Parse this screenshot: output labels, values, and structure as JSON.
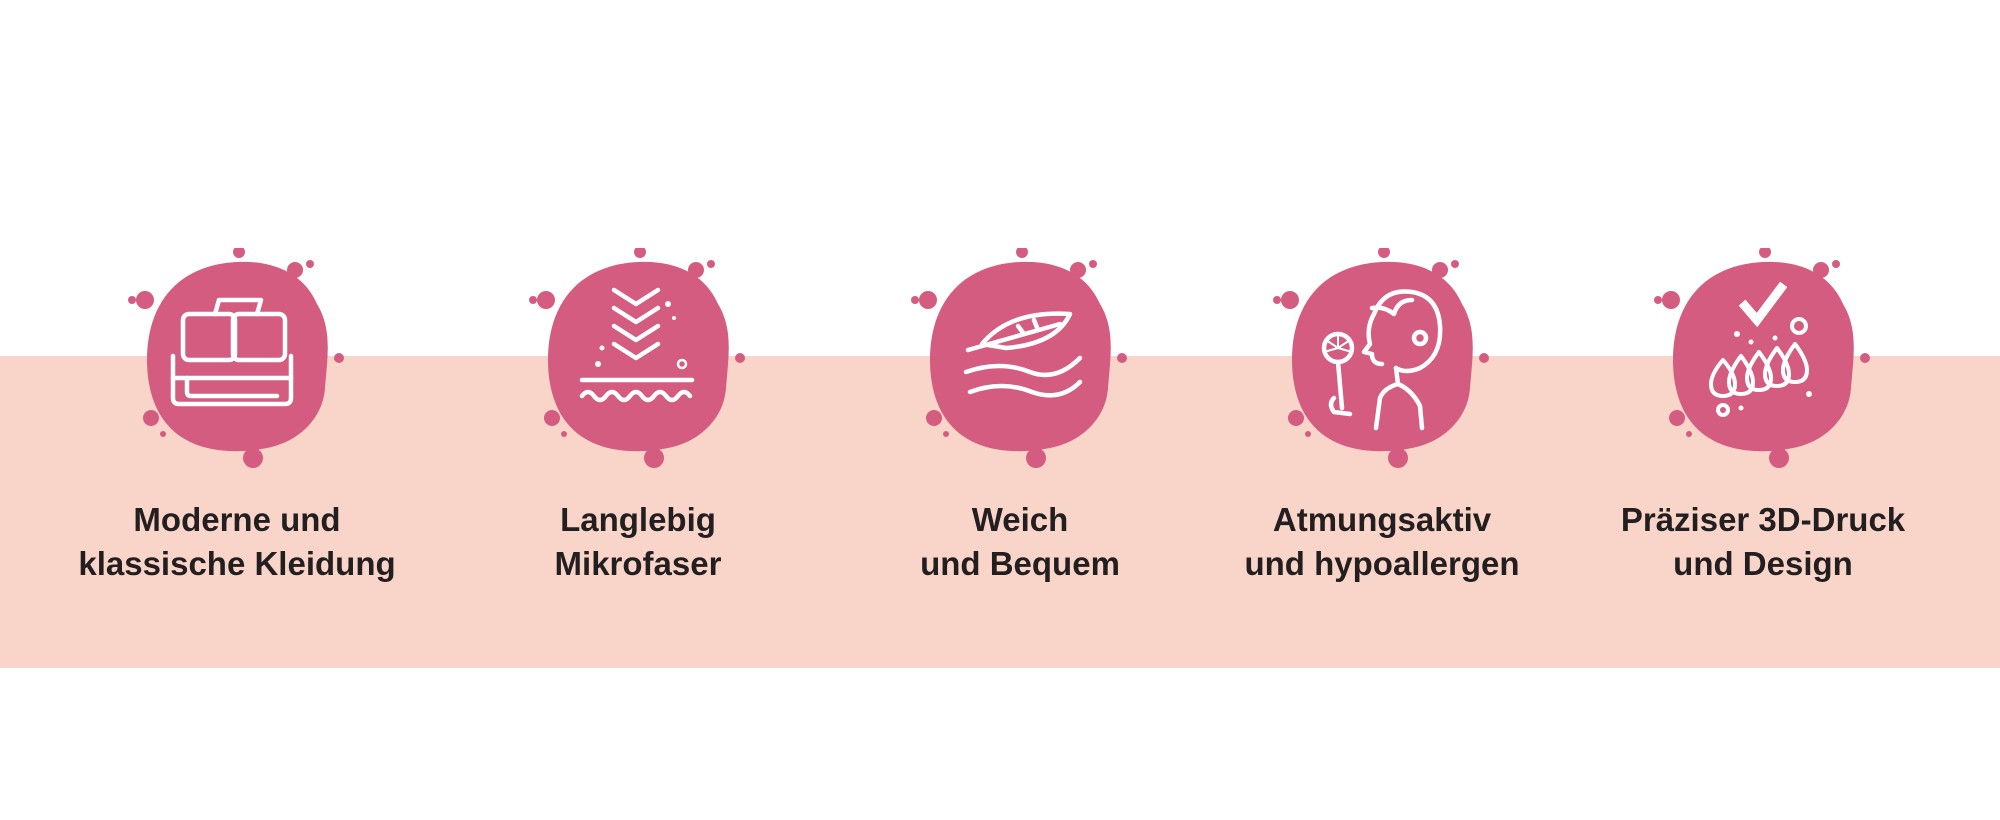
{
  "colors": {
    "band": "#f9d5c9",
    "badge": "#d45c80",
    "icon_stroke": "#ffffff",
    "text": "#231f20"
  },
  "features": [
    {
      "icon": "bedding-icon",
      "line1": "Moderne und",
      "line2": "klassische Kleidung"
    },
    {
      "icon": "layers-icon",
      "line1": "Langlebig",
      "line2": "Mikrofaser"
    },
    {
      "icon": "feather-icon",
      "line1": "Weich",
      "line2": "und Bequem"
    },
    {
      "icon": "child-dandelion-icon",
      "line1": "Atmungsaktiv",
      "line2": "und hypoallergen"
    },
    {
      "icon": "drops-check-icon",
      "line1": "Präziser 3D-Druck",
      "line2": "und Design"
    }
  ]
}
